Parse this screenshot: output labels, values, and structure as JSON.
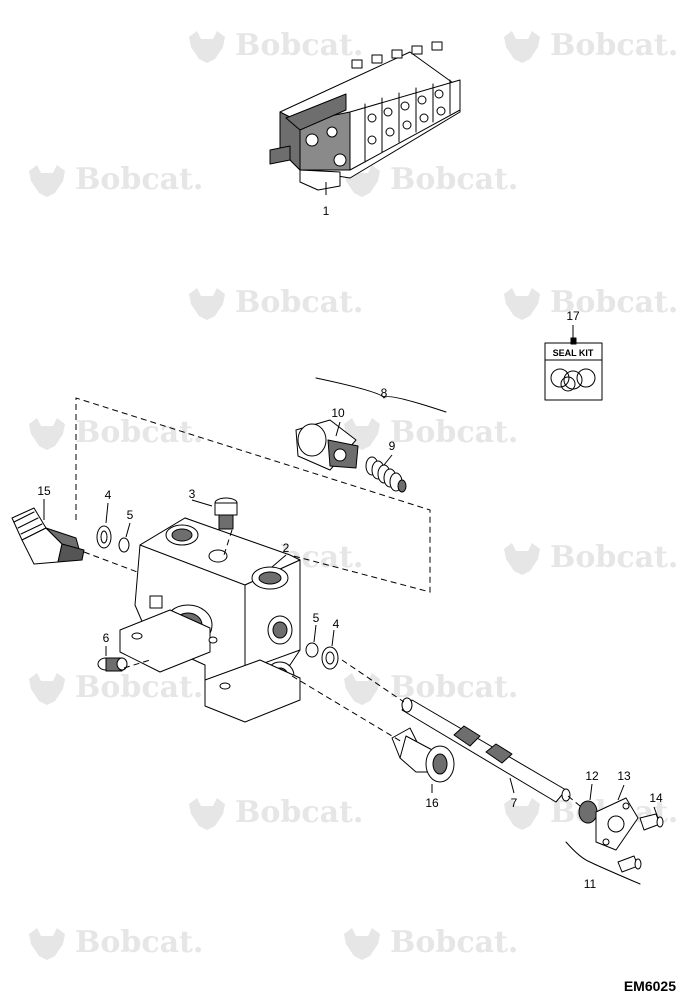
{
  "watermark": {
    "text": "Bobcat."
  },
  "figure_id": "EM6025",
  "seal_kit": {
    "label": "SEAL KIT"
  },
  "callouts": {
    "c1": "1",
    "c2": "2",
    "c3": "3",
    "c4a": "4",
    "c4b": "4",
    "c5a": "5",
    "c5b": "5",
    "c6": "6",
    "c7": "7",
    "c8": "8",
    "c9": "9",
    "c10": "10",
    "c11": "11",
    "c12": "12",
    "c13": "13",
    "c14": "14",
    "c15": "15",
    "c16": "16",
    "c17": "17"
  },
  "colors": {
    "line": "#000000",
    "part_fill": "#ffffff",
    "shade": "#6e6e6e",
    "watermark": "#e6e6e6"
  }
}
